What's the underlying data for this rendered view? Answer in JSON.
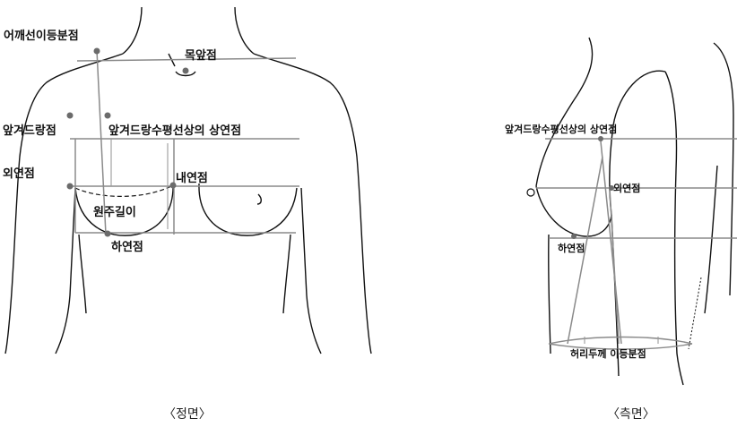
{
  "front_view": {
    "caption": "〈정면〉",
    "labels": {
      "shoulder_dart_point": "어깨선이등분점",
      "front_neck_point": "목앞점",
      "front_armpit_point": "앞겨드랑점",
      "upper_edge_point": "앞겨드랑수평선상의 상연점",
      "outer_edge_point": "외연점",
      "inner_edge_point": "내연점",
      "circumference_length": "원주길이",
      "lower_edge_point": "하연점"
    }
  },
  "side_view": {
    "caption": "〈측면〉",
    "labels": {
      "upper_edge_point": "앞겨드랑수평선상의 상연점",
      "outer_edge_point": "외연점",
      "lower_edge_point": "하연점",
      "waist_point": "허리두께 이등분점"
    }
  },
  "colors": {
    "line": "#111111",
    "reference_line": "#8a8a8a",
    "point": "#6b6b6b"
  }
}
